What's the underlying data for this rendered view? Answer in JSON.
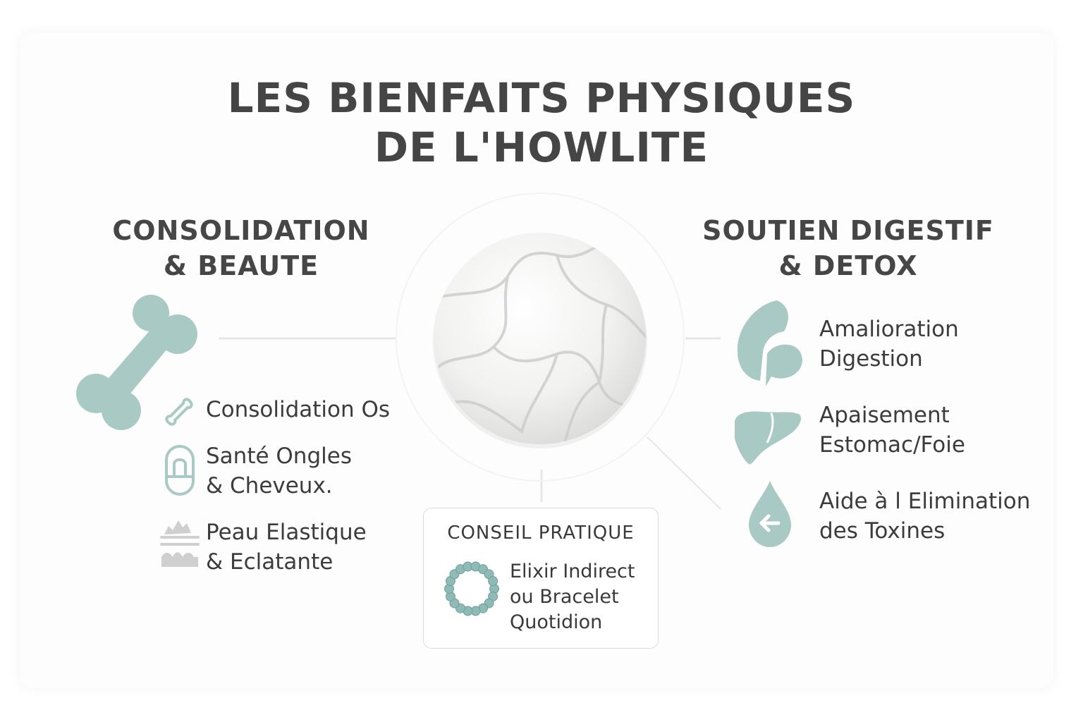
{
  "title": {
    "line1": "LES BIENFAITS PHYSIQUES",
    "line2": "DE L'HOWLITE"
  },
  "colors": {
    "accent": "#a9c9c4",
    "accent_dark": "#7fb0ac",
    "text": "#3e3e3e"
  },
  "left": {
    "heading": {
      "line1": "CONSOLIDATION",
      "line2": "& BEAUTE"
    },
    "main_icon": "bone-icon",
    "items": [
      {
        "icon": "bone-small-icon",
        "line1": "Consolidation Os",
        "line2": ""
      },
      {
        "icon": "nail-icon",
        "line1": "Santé Ongles",
        "line2": "& Cheveux."
      },
      {
        "icon": "skin-layers-icon",
        "line1": "Peau Elastique",
        "line2": "& Eclatante"
      }
    ]
  },
  "right": {
    "heading": {
      "line1": "SOUTIEN DIGESTIF",
      "line2": "& DETOX"
    },
    "items": [
      {
        "icon": "stomach-icon",
        "line1": "Amalioration",
        "line2": "Digestion"
      },
      {
        "icon": "liver-icon",
        "line1": "Apaisement",
        "line2": "Estomac/Foie"
      },
      {
        "icon": "drop-icon",
        "line1": "Aide à l Elimination",
        "line2": "des Toxines"
      }
    ]
  },
  "center": {
    "icon": "howlite-stone-icon"
  },
  "tip": {
    "title": "CONSEIL PRATIQUE",
    "icon": "bracelet-icon",
    "line1": "Elixir Indirect",
    "line2": "ou Bracelet",
    "line3": "Quotidion"
  }
}
